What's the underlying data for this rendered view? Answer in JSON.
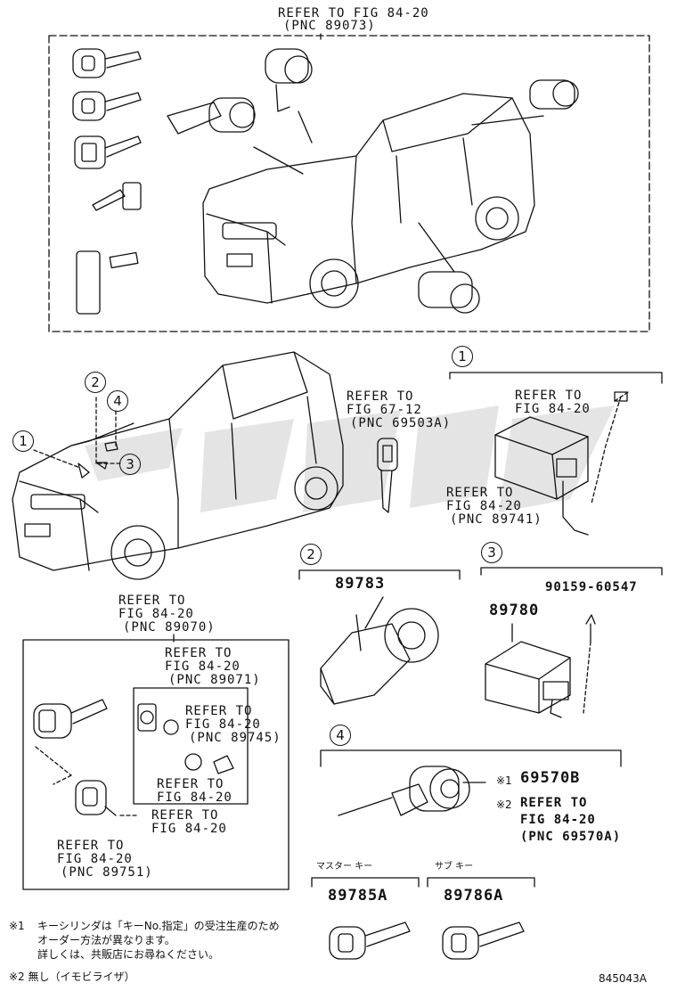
{
  "top_box": {
    "refer": "REFER TO FIG 84-20",
    "pnc": "(PNC 89073)"
  },
  "callouts": {
    "c1": "1",
    "c2": "2",
    "c3": "3",
    "c4": "4"
  },
  "refer_67": {
    "l1": "REFER TO",
    "l2": "FIG 67-12",
    "l3": "(PNC 69503A)"
  },
  "group1": {
    "refer_a_l1": "REFER TO",
    "refer_a_l2": "FIG 84-20",
    "refer_b_l1": "REFER TO",
    "refer_b_l2": "FIG 84-20",
    "refer_b_l3": "(PNC 89741)"
  },
  "group2": {
    "part": "89783"
  },
  "group3": {
    "part": "89780",
    "bolt": "90159-60547"
  },
  "left_box": {
    "head_l1": "REFER TO",
    "head_l2": "FIG 84-20",
    "head_l3": "(PNC 89070)",
    "inner_l1": "REFER TO",
    "inner_l2": "FIG 84-20",
    "inner_l3": "(PNC 89071)",
    "r1_l1": "REFER TO",
    "r1_l2": "FIG 84-20",
    "r1_l3": "(PNC 89745)",
    "r2_l1": "REFER TO",
    "r2_l2": "FIG 84-20",
    "r3_l1": "REFER TO",
    "r3_l2": "FIG 84-20",
    "r4_l1": "REFER TO",
    "r4_l2": "FIG 84-20",
    "r4_l3": "(PNC 89751)"
  },
  "group4": {
    "m1": "※1",
    "p1": "69570B",
    "m2": "※2",
    "r_l1": "REFER TO",
    "r_l2": "FIG 84-20",
    "r_l3": "(PNC 69570A)"
  },
  "keys": {
    "master_label": "マスター キー",
    "master_part": "89785A",
    "sub_label": "サブ キー",
    "sub_part": "89786A"
  },
  "notes": {
    "n1_mark": "※1",
    "n1_l1": "キーシリンダは「キーNo.指定」の受注生産のため",
    "n1_l2": "オーダー方法が異なります。",
    "n1_l3": "詳しくは、共販店にお尋ねください。",
    "n2": "※2 無し（イモビライザ）"
  },
  "figure_id": "845043A"
}
